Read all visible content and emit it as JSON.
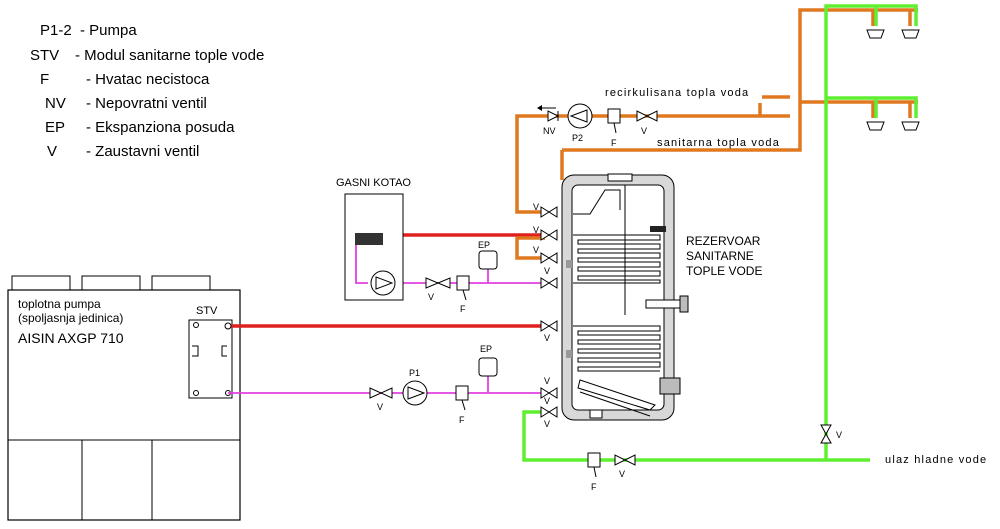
{
  "legend": [
    {
      "key": "P1-2",
      "desc": "- Pumpa"
    },
    {
      "key": "STV",
      "desc": "- Modul sanitarne tople vode"
    },
    {
      "key": "F",
      "desc": "- Hvatac necistoca"
    },
    {
      "key": "NV",
      "desc": "- Nepovratni ventil"
    },
    {
      "key": "EP",
      "desc": "- Ekspanziona posuda"
    },
    {
      "key": "V",
      "desc": "- Zaustavni ventil"
    }
  ],
  "heat_pump": {
    "line1": "toplotna pumpa",
    "line2": "(spoljasnja jedinica)",
    "model": "AISIN AXGP 710",
    "module": "STV"
  },
  "boiler": {
    "title": "GASNI KOTAO"
  },
  "tank": {
    "line1": "REZERVOAR",
    "line2": "SANITARNE",
    "line3": "TOPLE VODE"
  },
  "pipes": {
    "recirc": "recirkulisana topla voda",
    "sanitary": "sanitarna topla voda",
    "cold_inlet": "ulaz hladne vode"
  },
  "components": {
    "pump1": "P1",
    "pump2": "P2",
    "filter": "F",
    "valve": "V",
    "check_valve": "NV",
    "expansion": "EP"
  },
  "colors": {
    "hot_supply": "#e0201e",
    "return": "#e040e0",
    "dhw": "#e07820",
    "cold": "#5ef030",
    "tank_fill": "#d8d8d8"
  }
}
